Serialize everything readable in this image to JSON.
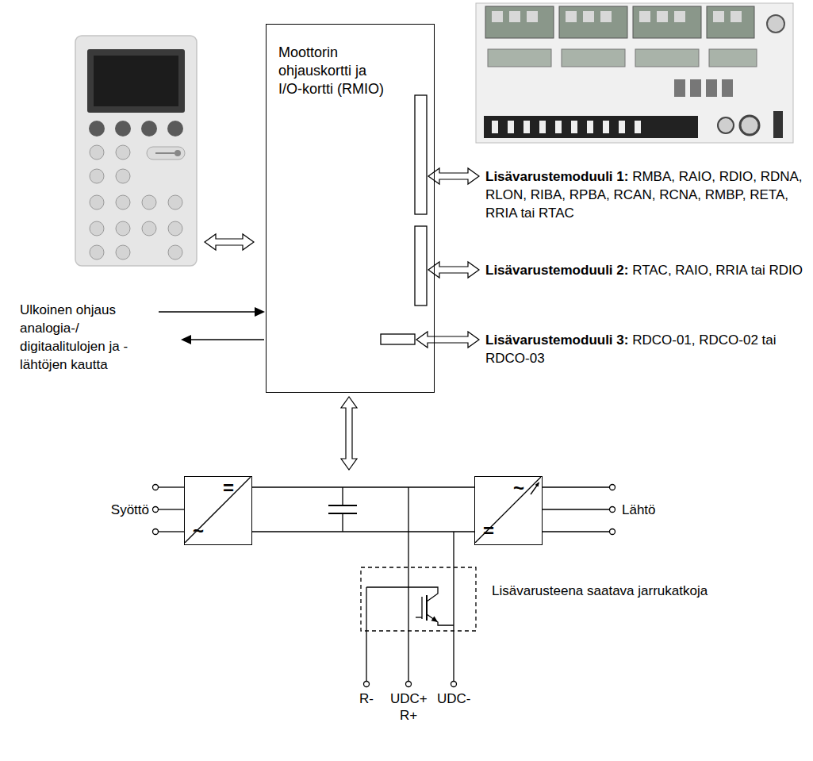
{
  "diagram": {
    "nodes": [
      {
        "text": [
          "Moottorin ohjauskortti ja I/O-kortti (RMIO)"
        ]
      },
      {
        "text": [
          "=",
          "~"
        ]
      },
      {
        "text": [
          "~",
          "="
        ]
      }
    ],
    "edges": [
      {
        "from": 1,
        "to": 2,
        "arrow": "none"
      },
      {
        "from": 1,
        "to": 2,
        "arrow": "none"
      }
    ],
    "labels": [
      "Lisävarustemoduuli 1:",
      "RMBA, RAIO, RDIO, RDNA, RLON, RIBA, RPBA, RCAN, RCNA, RMBP, RETA, RRIA tai RTAC",
      "Lisävarustemoduuli 2:",
      "RTAC, RAIO, RRIA tai RDIO",
      "Lisävarustemoduuli 3:",
      "RDCO-01, RDCO-02 tai RDCO-03",
      "Ulkoinen ohjaus analogia-/ digitaalitulojen ja -lähtöjen kautta",
      "Syöttö",
      "Lähtö",
      "Lisävarusteena saatava jarrukatkoja",
      "R-",
      "UDC+",
      "R+",
      "UDC-"
    ]
  }
}
